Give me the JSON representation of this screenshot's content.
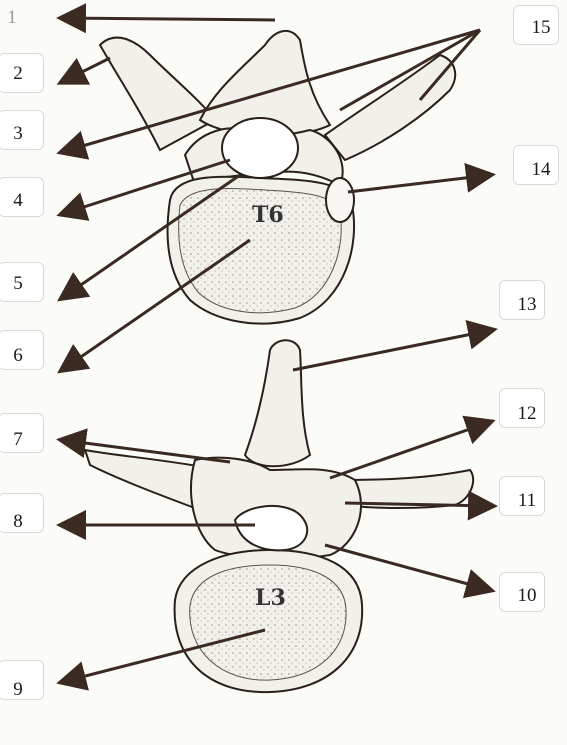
{
  "labels": [
    "1",
    "2",
    "3",
    "4",
    "5",
    "6",
    "7",
    "8",
    "9",
    "10",
    "11",
    "12",
    "13",
    "14",
    "15"
  ],
  "vertebra_labels": {
    "upper": "T6",
    "lower": "L3"
  },
  "colors": {
    "ink": "#2a2018",
    "arrow": "#3a2a22",
    "body_fill": "#f2f0ea",
    "shade": "#8a8478"
  }
}
